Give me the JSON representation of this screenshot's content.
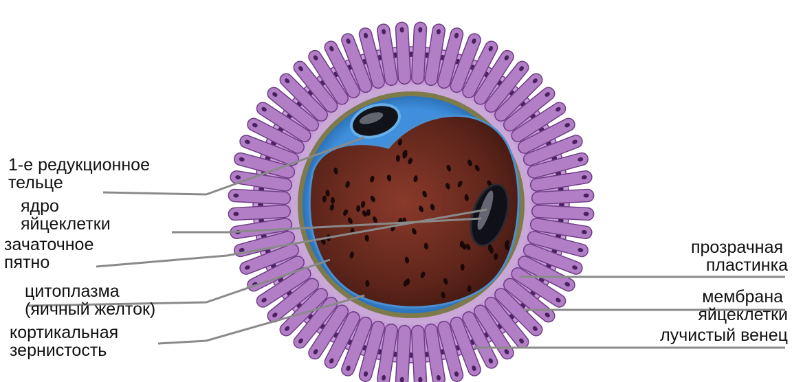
{
  "diagram": {
    "labels_left": [
      {
        "id": "polar-body",
        "lines": [
          "1-е редукционное",
          "тельце"
        ]
      },
      {
        "id": "nucleus",
        "lines": [
          "ядро",
          "яйцеклетки"
        ]
      },
      {
        "id": "germinal-spot",
        "lines": [
          "зачаточное",
          "пятно"
        ]
      },
      {
        "id": "cytoplasm",
        "lines": [
          "цитоплазма",
          "(яичный желток)"
        ]
      },
      {
        "id": "cortical-granules",
        "lines": [
          "кортикальная",
          "зернистость"
        ]
      }
    ],
    "labels_right": [
      {
        "id": "zona-pellucida",
        "lines": [
          "прозрачная",
          "пластинка"
        ]
      },
      {
        "id": "egg-membrane",
        "lines": [
          "мембрана",
          "яйцеклетки"
        ]
      },
      {
        "id": "corona-radiata",
        "lines": [
          "лучистый венец"
        ]
      }
    ],
    "colors": {
      "corona": "#b784c9",
      "corona_dark": "#7d4a93",
      "zona": "#3f8fdc",
      "zona_light": "#79b6ef",
      "membrane": "#6f6a3a",
      "cytoplasm": "#6b2a1f",
      "nucleus": "#1a1a24",
      "leader": "#8a8a8a"
    },
    "icons": [
      "oocyte-illustration"
    ]
  }
}
